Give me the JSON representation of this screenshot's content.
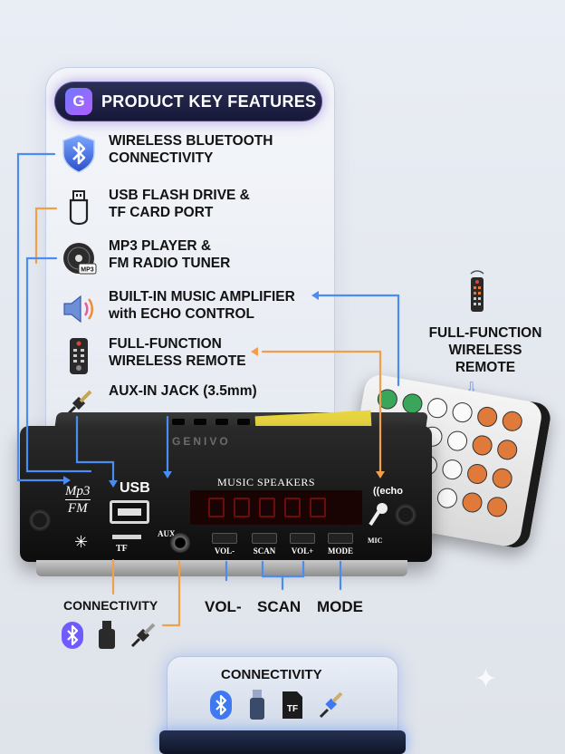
{
  "header": {
    "title": "PRODUCT KEY FEATURES",
    "logo_letter": "G"
  },
  "features": [
    {
      "icon": "bluetooth-shield-icon",
      "line1": "WIRELESS BLUETOOTH",
      "line2": "CONNECTIVITY"
    },
    {
      "icon": "usb-drive-icon",
      "line1": "USB FLASH DRIVE &",
      "line2": "TF CARD PORT"
    },
    {
      "icon": "mp3-disc-icon",
      "line1": "MP3 PLAYER &",
      "line2": "FM RADIO TUNER"
    },
    {
      "icon": "speaker-icon",
      "line1": "BUILT-IN MUSIC AMPLIFIER",
      "line2": "with ECHO CONTROL"
    },
    {
      "icon": "remote-icon",
      "line1": "FULL-FUNCTION",
      "line2": "WIRELESS REMOTE"
    },
    {
      "icon": "aux-cable-icon",
      "line1": "AUX-IN JACK (3.5mm)",
      "line2": ""
    }
  ],
  "device": {
    "brand": "GENIVO",
    "mp3": "Mp3",
    "fm": "FM",
    "usb": "USB",
    "tf": "TF",
    "aux": "AUX",
    "music_speakers": "MUSIC SPEAKERS",
    "echo": "((echo",
    "mic": "MIC",
    "buttons": [
      "VOL-",
      "SCAN",
      "VOL+",
      "MODE"
    ]
  },
  "remote": {
    "title_lines": [
      "FULL-FUNCTION",
      "WIRELESS",
      "REMOTE"
    ],
    "mp3_badge": "MP3"
  },
  "lower_labels": {
    "connectivity": "CONNECTIVITY",
    "vol_minus": "VOL-",
    "scan": "SCAN",
    "mode": "MODE"
  },
  "pedestal": {
    "title": "CONNECTIVITY",
    "tf_badge": "TF"
  },
  "colors": {
    "accent_blue": "#4a8cf0",
    "accent_orange": "#f0a04a",
    "panel_dark": "#1b1d3f"
  }
}
